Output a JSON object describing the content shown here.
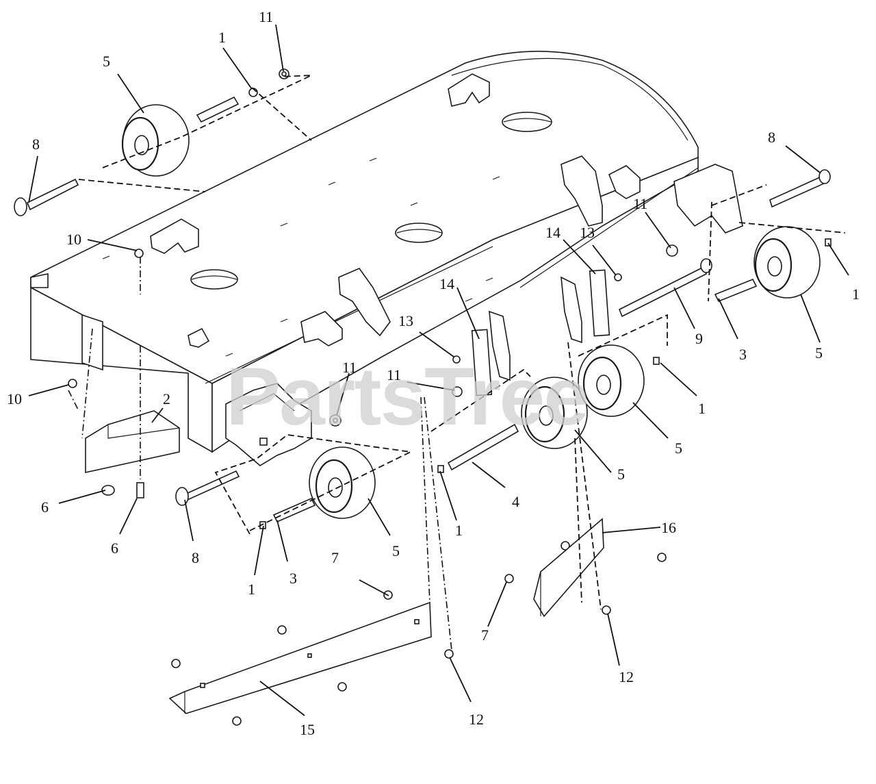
{
  "watermark": "PartsTree",
  "callouts": {
    "c1a": "1",
    "c1b": "1",
    "c1c": "1",
    "c1d": "1",
    "c1e": "1",
    "c2": "2",
    "c3a": "3",
    "c3b": "3",
    "c4": "4",
    "c5a": "5",
    "c5b": "5",
    "c5c": "5",
    "c5d": "5",
    "c5e": "5",
    "c6a": "6",
    "c6b": "6",
    "c7a": "7",
    "c7b": "7",
    "c8a": "8",
    "c8b": "8",
    "c8c": "8",
    "c9": "9",
    "c10a": "10",
    "c10b": "10",
    "c11a": "11",
    "c11b": "11",
    "c11c": "11",
    "c11d": "11",
    "c12a": "12",
    "c12b": "12",
    "c13a": "13",
    "c13b": "13",
    "c14a": "14",
    "c14b": "14",
    "c15": "15",
    "c16": "16"
  }
}
